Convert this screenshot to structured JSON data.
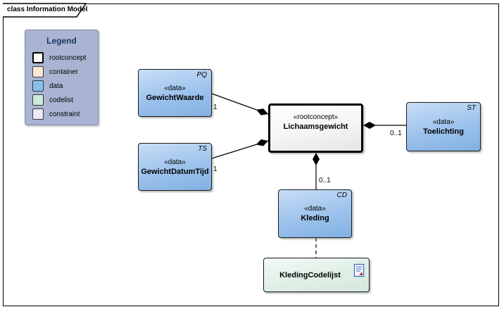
{
  "frame": {
    "title": "class Information Model"
  },
  "legend": {
    "title": "Legend",
    "background": "#a9b4d2",
    "items": [
      {
        "label": "rootconcept",
        "color": "#ffffff"
      },
      {
        "label": "container",
        "color": "#f9e8d5"
      },
      {
        "label": "data",
        "color": "#85c1f0"
      },
      {
        "label": "codelist",
        "color": "#cdebdb"
      },
      {
        "label": "constraint",
        "color": "#e9e9f7"
      }
    ]
  },
  "nodes": {
    "gewichtwaarde": {
      "stereotype": "«data»",
      "name": "GewichtWaarde",
      "tag": "PQ"
    },
    "gewichtdatumtijd": {
      "stereotype": "«data»",
      "name": "GewichtDatumTijd",
      "tag": "TS"
    },
    "lichaamsgewicht": {
      "stereotype": "«rootconcept»",
      "name": "Lichaamsgewicht"
    },
    "toelichting": {
      "stereotype": "«data»",
      "name": "Toelichting",
      "tag": "ST"
    },
    "kleding": {
      "stereotype": "«data»",
      "name": "Kleding",
      "tag": "CD"
    },
    "kledingcodelijst": {
      "name": "KledingCodelijst",
      "icon": "codelist-document-icon"
    }
  },
  "multiplicities": {
    "gewichtwaarde": "1",
    "gewichtdatumtijd": "1",
    "toelichting": "0..1",
    "kleding": "0..1"
  },
  "colors": {
    "data_fill_top": "#c8def6",
    "data_fill_bottom": "#82b0e2",
    "root_fill_top": "#ffffff",
    "root_fill_bottom": "#e6e6e6",
    "codelist_fill_top": "#f2f9f5",
    "codelist_fill_bottom": "#d4e8dc",
    "legend_title": "#17365d"
  }
}
